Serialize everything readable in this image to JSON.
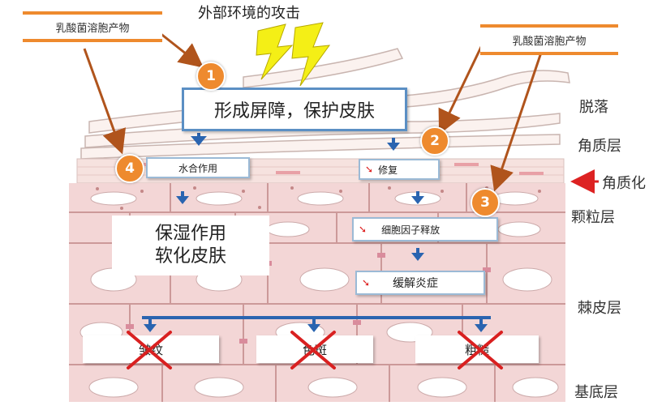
{
  "top_title": "外部环境的攻击",
  "product_label_left": "乳酸菌溶胞产物",
  "product_label_right": "乳酸菌溶胞产物",
  "barrier_box": "形成屏障，保护皮肤",
  "water_box": "水合作用",
  "repair_box": "修复",
  "cytokine_box": "细胞因子释放",
  "relief_box": "缓解炎症",
  "moisture_box": {
    "line1": "保湿作用",
    "line2": "软化皮肤"
  },
  "crossed_boxes": [
    {
      "text": "皱纹"
    },
    {
      "text": "色斑"
    },
    {
      "text": "粗糙"
    }
  ],
  "layers": {
    "shedding": "脱落",
    "stratum_corneum": "角质层",
    "keratinization": "角质化",
    "granular": "颗粒层",
    "spinous": "棘皮层",
    "basal": "基底层"
  },
  "steps": [
    "1",
    "2",
    "3",
    "4"
  ],
  "colors": {
    "accent_orange": "#ee8a2e",
    "arrow_brown": "#b0541c",
    "blue_arrow": "#2a64b0",
    "cross_red": "#d92020",
    "skin_pink": "#f3d3d3"
  }
}
